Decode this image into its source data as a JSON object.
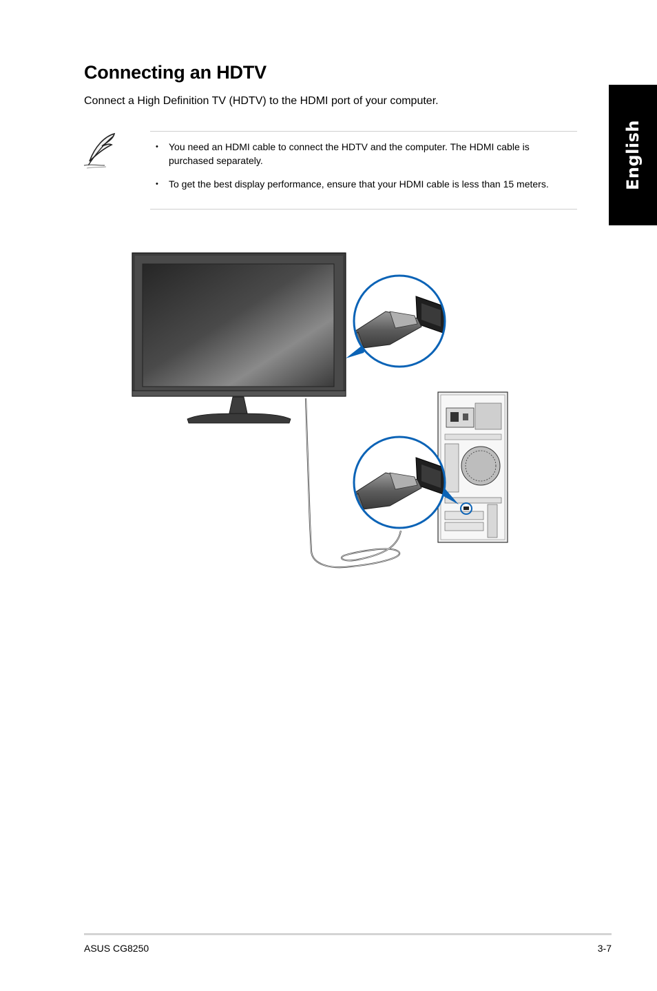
{
  "side_tab": {
    "label": "English"
  },
  "heading": "Connecting an HDTV",
  "intro": "Connect a High Definition TV (HDTV) to the HDMI port of your computer.",
  "note": {
    "icon": "feather-pen-icon",
    "bullet": "•",
    "items": [
      {
        "text": "You need an HDMI cable to connect the HDTV and the computer. The HDMI cable is purchased separately."
      },
      {
        "text": "To get the best display performance, ensure that your HDMI cable is less than 15 meters."
      }
    ]
  },
  "illustration": {
    "accent_color": "#0b63b6",
    "elements": [
      "hdtv-monitor",
      "hdmi-connector-tv",
      "hdmi-cable",
      "desktop-tower",
      "hdmi-connector-pc"
    ]
  },
  "footer": {
    "model": "ASUS CG8250",
    "page": "3-7"
  }
}
